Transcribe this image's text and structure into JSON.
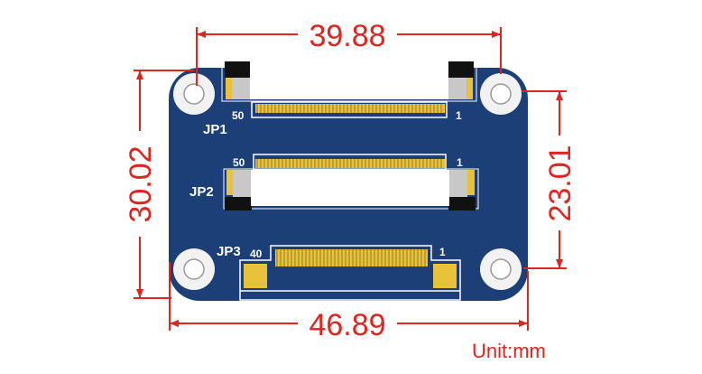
{
  "dimensions": {
    "top_width": "39.88",
    "left_height": "30.02",
    "right_height": "23.01",
    "bottom_width": "46.89",
    "unit": "Unit:mm"
  },
  "connectors": [
    {
      "name": "JP1",
      "pin_first": "50",
      "pin_last": "1"
    },
    {
      "name": "JP2",
      "pin_first": "50",
      "pin_last": "1"
    },
    {
      "name": "JP3",
      "pin_first": "40",
      "pin_last": "1"
    }
  ],
  "colors": {
    "dimension": "#e0241f",
    "pcb": "#1d3f78",
    "gold": "#e8c23a"
  }
}
